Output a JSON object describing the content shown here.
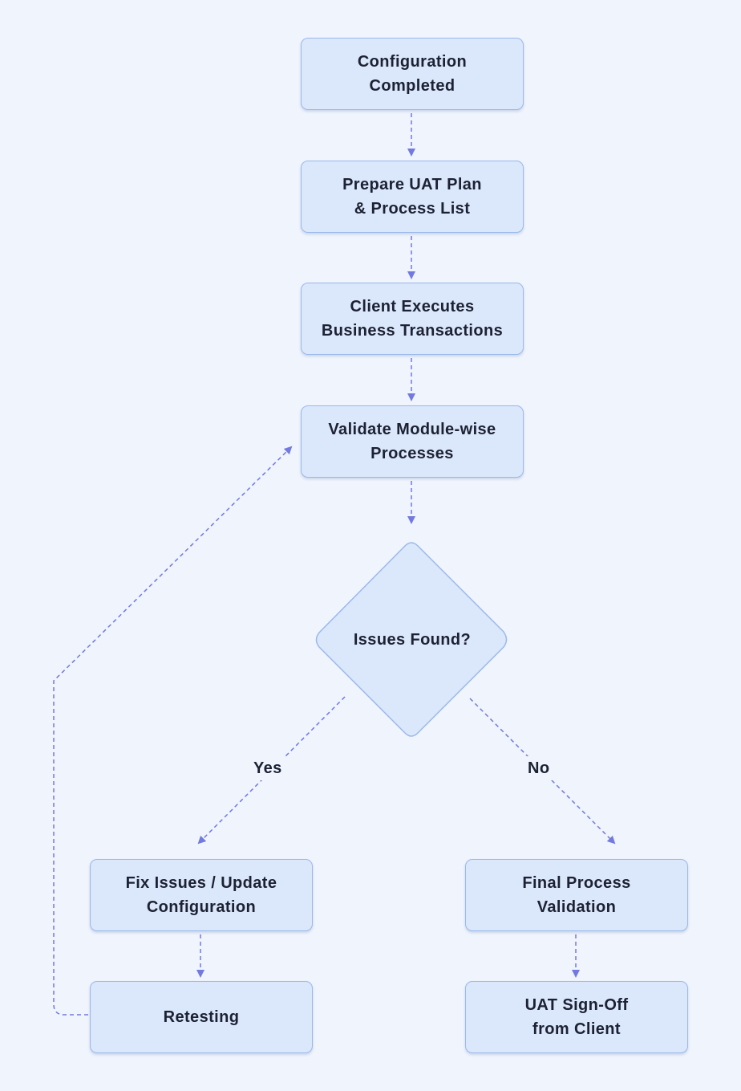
{
  "nodes": {
    "configuration_completed": "Configuration\nCompleted",
    "prepare_uat_plan": "Prepare UAT Plan\n& Process List",
    "client_executes": "Client Executes\nBusiness Transactions",
    "validate_processes": "Validate Module-wise\nProcesses",
    "issues_found": "Issues Found?",
    "fix_issues": "Fix Issues / Update\nConfiguration",
    "retesting": "Retesting",
    "final_validation": "Final Process\nValidation",
    "uat_signoff": "UAT Sign-Off\nfrom Client"
  },
  "edge_labels": {
    "yes": "Yes",
    "no": "No"
  },
  "colors": {
    "node_fill": "#dbe7fb",
    "node_border": "#9bb9ec",
    "arrow": "#7279e0",
    "background": "#f0f4fc",
    "text": "#1c2233"
  }
}
